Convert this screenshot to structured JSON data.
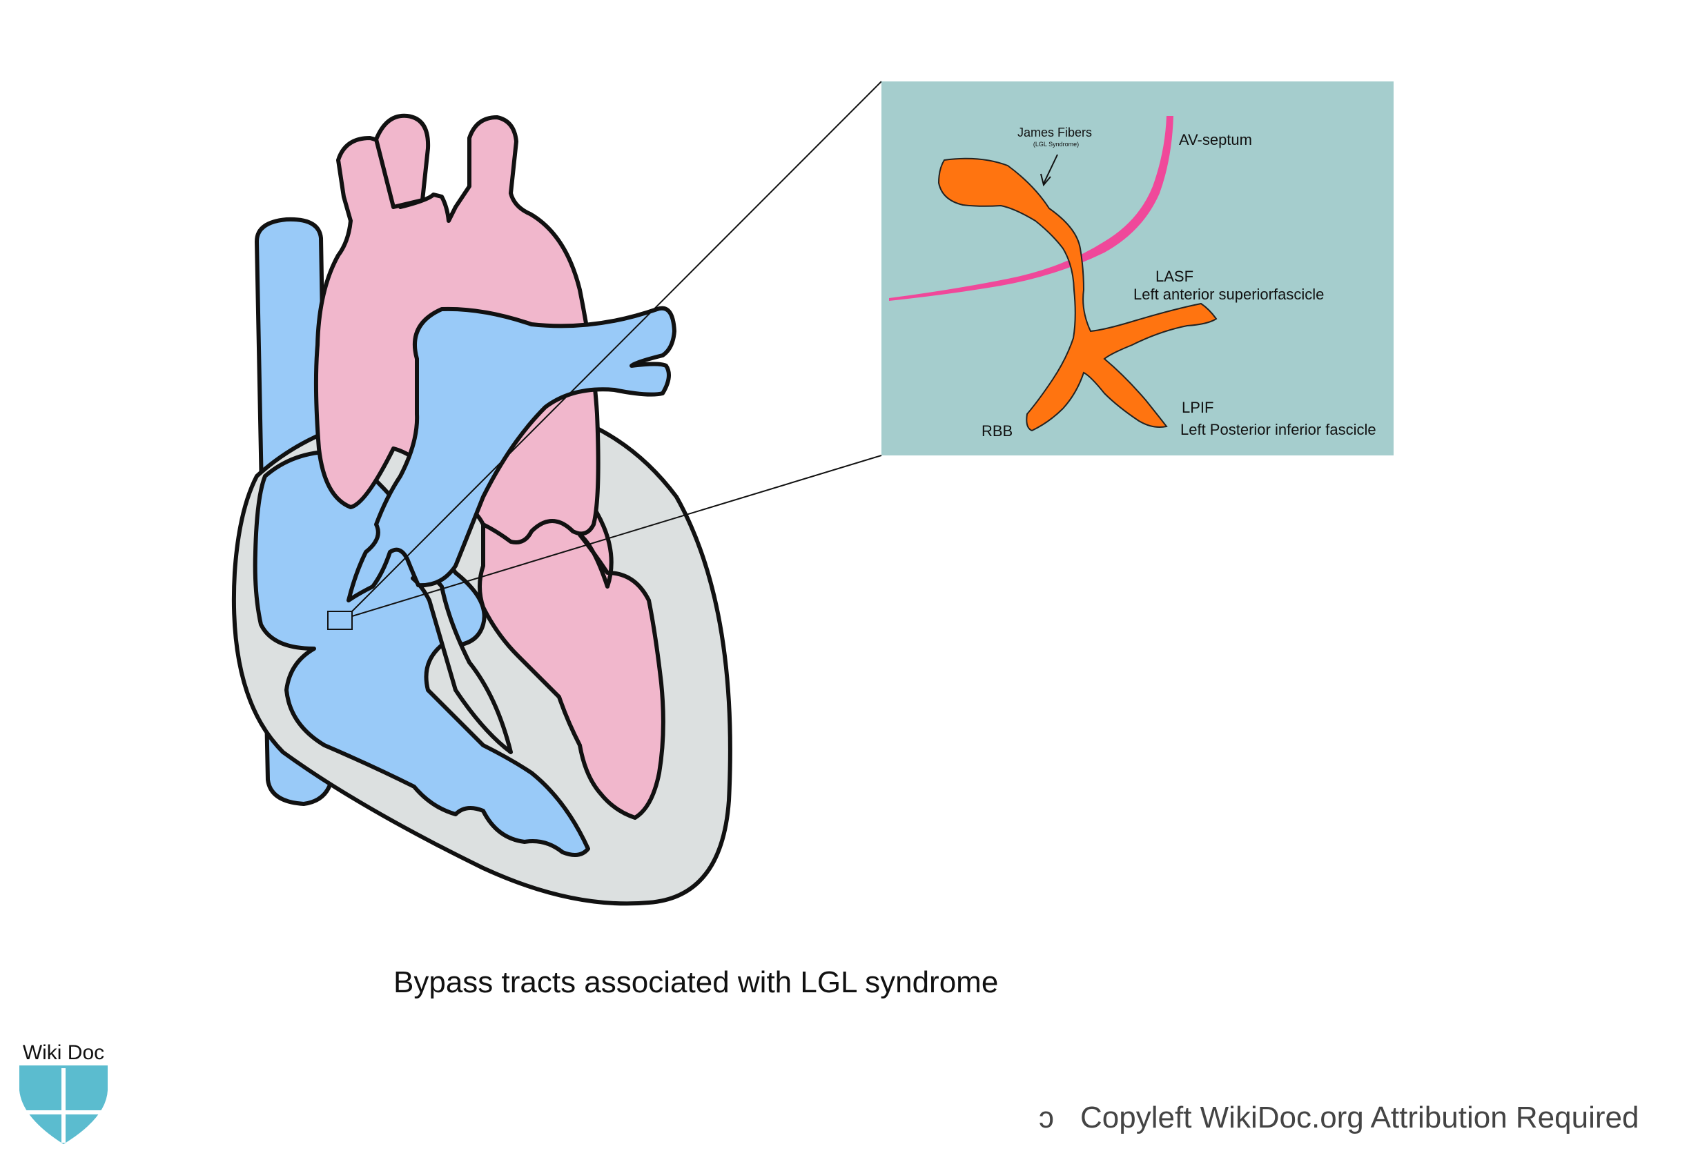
{
  "caption": "Bypass tracts associated with LGL syndrome",
  "inset": {
    "james_fibers": "James Fibers",
    "james_sub": "(LGL Syndrome)",
    "av_septum": "AV-septum",
    "lasf": "LASF",
    "lasf_full": "Left anterior superiorfascicle",
    "lpif": "LPIF",
    "lpif_full": "Left Posterior inferior fascicle",
    "rbb": "RBB"
  },
  "logo": {
    "text": "Wiki Doc"
  },
  "footer": {
    "copyleft_symbol": "ↄ",
    "copyleft_text": "Copyleft WikiDoc.org Attribution Required"
  },
  "colors": {
    "blue_chamber": "#99caf8",
    "pink_chamber": "#f1b7cc",
    "wall": "#dce0e0",
    "inset_bg": "#a5cdcd",
    "conduction": "#ff7410",
    "septum_line": "#f0489a",
    "logo": "#5bbccf"
  }
}
